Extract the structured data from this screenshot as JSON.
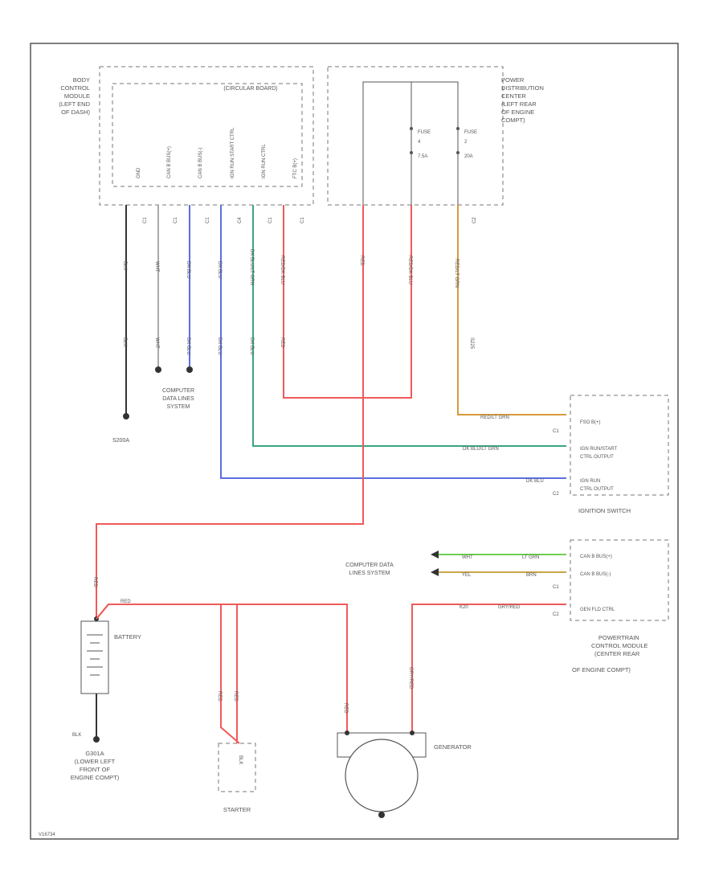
{
  "modules": {
    "bcm": {
      "line1": "BODY",
      "line2": "CONTROL",
      "line3": "MODULE",
      "line4": "(LEFT END",
      "line5": "OF DASH)"
    },
    "circular_board": "(CIRCULAR BOARD)",
    "bcm_pins": [
      "GND",
      "CAN B BUS(+)",
      "CAN B BUS(-)",
      "IGN RUN START CTRL",
      "IGN RUN CTRL",
      "FTC B(+)"
    ],
    "bcm_connectors": [
      "C1",
      "C1",
      "C1",
      "C4",
      "C1",
      "C1"
    ],
    "pdc": {
      "line1": "POWER",
      "line2": "DISTRIBUTION",
      "line3": "CENTER",
      "line4": "(LEFT REAR",
      "line5": "OF ENGINE",
      "line6": "COMPT)"
    },
    "fuse1": {
      "name": "FUSE",
      "num": "4",
      "rating": "7.5A"
    },
    "fuse2": {
      "name": "FUSE",
      "num": "2",
      "rating": "20A"
    },
    "pdc_connector": "C2",
    "ignition": {
      "name": "IGNITION SWITCH",
      "pins": [
        "FSO B(+)",
        "IGN RUN/START CTRL OUTPUT",
        "IGN RUN CTRL OUTPUT"
      ],
      "pins_line2": [
        "",
        "CTRL OUTPUT",
        "CTRL OUTPUT"
      ],
      "pins_line1": [
        "FSO B(+)",
        "IGN RUN/START",
        "IGN RUN"
      ],
      "connectors": [
        "C1",
        "C2"
      ]
    },
    "pcm": {
      "line1": "POWERTRAIN",
      "line2": "CONTROL MODULE",
      "line3": "(CENTER REAR",
      "line4": "OF ENGINE COMPT)",
      "pins": [
        "CAN B BUS(+)",
        "CAN B BUS(-)",
        "GEN FLD CTRL"
      ],
      "connectors": [
        "C1",
        "C2"
      ]
    },
    "battery": "BATTERY",
    "generator": "GENERATOR",
    "starter": "STARTER",
    "ground_g301": {
      "line1": "G301A",
      "line2": "(LOWER LEFT",
      "line3": "FRONT OF",
      "line4": "ENGINE COMPT)"
    },
    "splice": "S200A"
  },
  "cross_refs": {
    "data_lines_1": {
      "line1": "COMPUTER",
      "line2": "DATA LINES",
      "line3": "SYSTEM"
    },
    "data_lines_2": {
      "line1": "COMPUTER DATA",
      "line2": "LINES SYSTEM"
    }
  },
  "wire_labels": {
    "bcm_gnd_top": "BLK",
    "bcm_gnd_bot": "BLK",
    "bcm_canp_top": "WHT",
    "bcm_canp_bot": "WHT",
    "bcm_canm_top": "DK BLU",
    "bcm_canm_bot": "DK BLU",
    "bcm_runstart_top": "DK BLU",
    "bcm_runstart_bot": "DK BLU",
    "bcm_run_top": "DK BLU/LT GRN",
    "bcm_run_bot": "DK BLU",
    "bcm_ftc_top": "RED/DK BLU",
    "bcm_ftc_bot": "RED",
    "pdc_red": "RED",
    "fuse1_wire": "RED/DK BLU",
    "fuse2_wire": "RED/LT GRN",
    "ign_fso": "RED/LT GRN",
    "ign_runstart": "DK BLU/LT GRN",
    "ign_run": "DK BLU",
    "can_p": "LT GRN",
    "can_p2": "WHT",
    "can_m": "BRN",
    "can_m2": "YEL",
    "gen_fld": "GRY/RED",
    "gen_fld_code": "K20",
    "batt_red": "RED",
    "batt_wire": "RED",
    "starter_red1": "RED",
    "starter_red2": "RED",
    "gen_red": "RED",
    "gen_gry": "GRY/RED",
    "batt_blk": "BLK",
    "starter_blk": "BLK",
    "splice_code": "S225"
  },
  "diagram_id": "V16734",
  "colors": {
    "red": "#f05a5a",
    "blue": "#5b6fe0",
    "teal": "#3aa67d",
    "orange": "#d89a3a",
    "green": "#6ecf4f",
    "gold": "#c9a54a"
  }
}
